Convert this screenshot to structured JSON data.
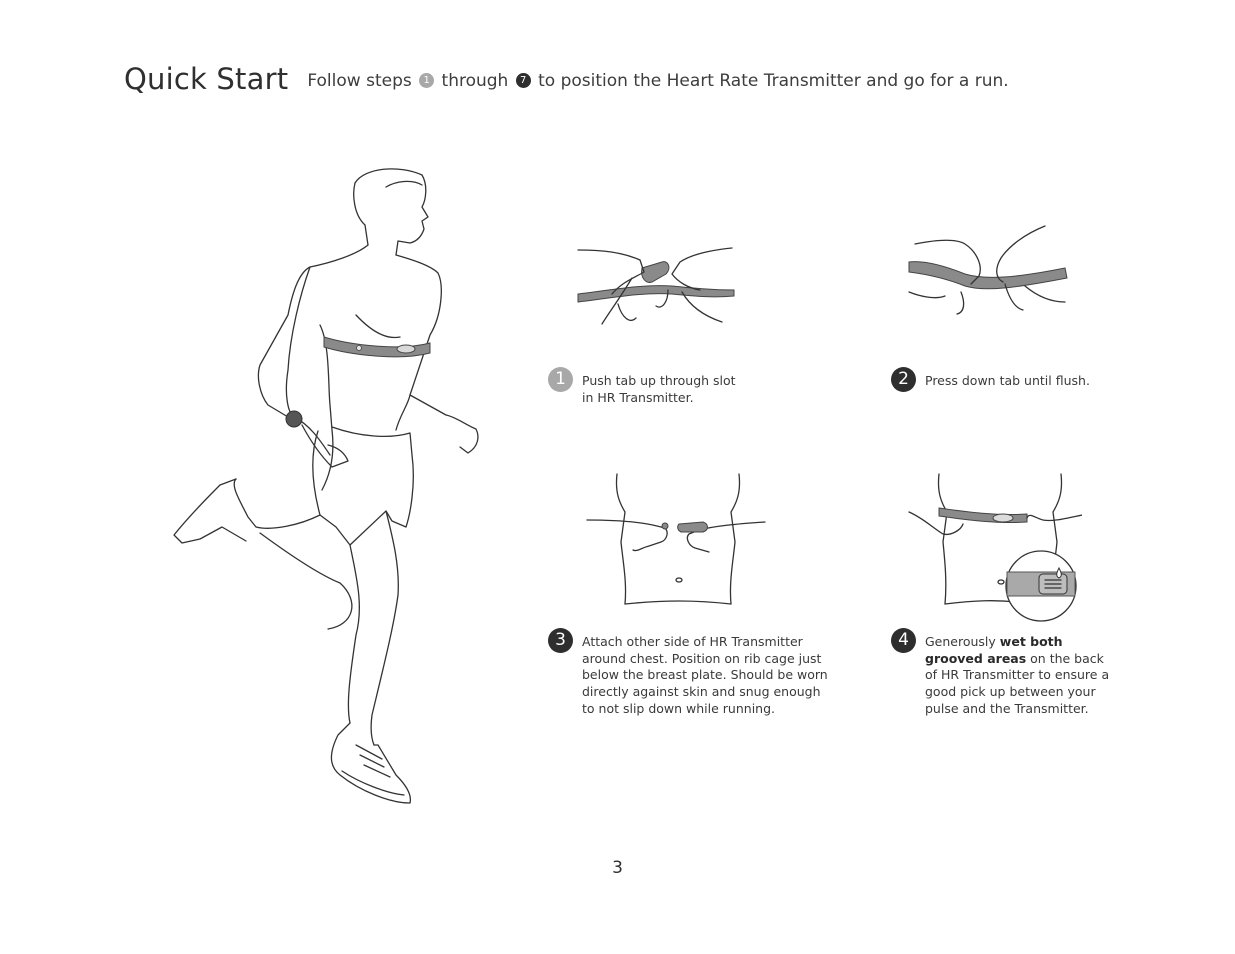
{
  "header": {
    "title": "Quick Start",
    "subtitle_before": "Follow steps",
    "first_step": "1",
    "subtitle_middle": "through",
    "last_step": "7",
    "subtitle_after": "to position the Heart Rate Transmitter and go for a run."
  },
  "steps": [
    {
      "number": "1",
      "text": "Push tab up through slot in HR Transmitter."
    },
    {
      "number": "2",
      "text": "Press down tab until flush."
    },
    {
      "number": "3",
      "text": "Attach other side of HR Transmitter around chest. Position on rib cage just below the breast plate. Should be worn directly against skin and snug enough to not slip down while running."
    },
    {
      "number": "4",
      "text_before": "Generously",
      "text_bold": "wet both grooved areas",
      "text_after": "on the back of HR Transmitter to ensure a good pick up between your pulse and the Transmitter."
    }
  ],
  "page_number": "3",
  "colors": {
    "step1_badge": "#a8a8a8",
    "dark_badge": "#2e2e2e",
    "strap": "#8a8a8a"
  }
}
